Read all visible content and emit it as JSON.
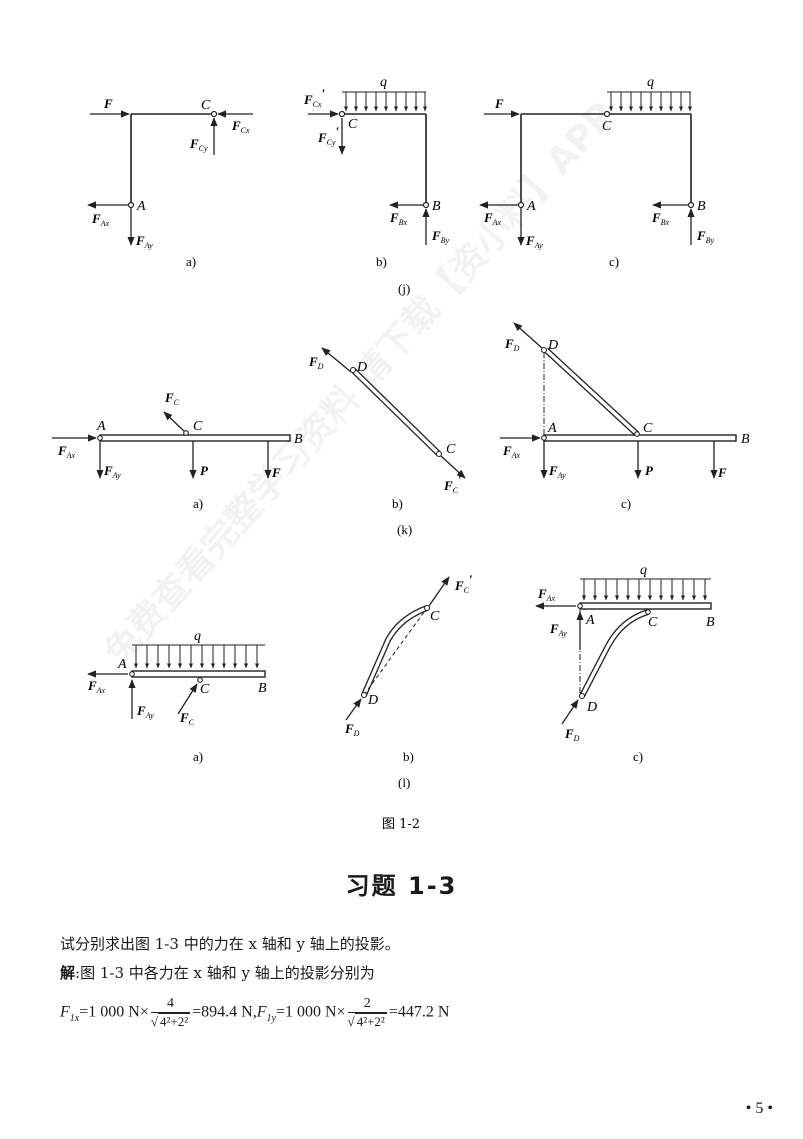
{
  "figure_j": {
    "sub_a": {
      "caption": "a)",
      "labels": {
        "F": "F",
        "C": "C",
        "FCx": "F",
        "FCx_sub": "Cx",
        "FCy": "F",
        "FCy_sub": "Cy",
        "A": "A",
        "FAx": "F",
        "FAx_sub": "Ax",
        "FAy": "F",
        "FAy_sub": "Ay"
      }
    },
    "sub_b": {
      "caption": "b)",
      "labels": {
        "q": "q",
        "FCx": "F",
        "FCx_sub": "Cx",
        "FCy": "F",
        "FCy_sub": "Cy",
        "prime": "′",
        "C": "C",
        "B": "B",
        "FBx": "F",
        "FBx_sub": "Bx",
        "FBy": "F",
        "FBy_sub": "By"
      }
    },
    "sub_c": {
      "caption": "c)",
      "labels": {
        "F": "F",
        "q": "q",
        "C": "C",
        "A": "A",
        "FAx": "F",
        "FAx_sub": "Ax",
        "FAy": "F",
        "FAy_sub": "Ay",
        "B": "B",
        "FBx": "F",
        "FBx_sub": "Bx",
        "FBy": "F",
        "FBy_sub": "By"
      }
    },
    "caption": "(j)"
  },
  "figure_k": {
    "sub_a": {
      "caption": "a)",
      "labels": {
        "FC": "F",
        "FC_sub": "C",
        "A": "A",
        "C": "C",
        "B": "B",
        "FAx": "F",
        "FAx_sub": "Ax",
        "FAy": "F",
        "FAy_sub": "Ay",
        "P": "P",
        "F": "F"
      }
    },
    "sub_b": {
      "caption": "b)",
      "labels": {
        "FD": "F",
        "FD_sub": "D",
        "D": "D",
        "C": "C",
        "FC": "F",
        "FC_sub": "C",
        "prime": "′"
      }
    },
    "sub_c": {
      "caption": "c)",
      "labels": {
        "FD": "F",
        "FD_sub": "D",
        "D": "D",
        "A": "A",
        "C": "C",
        "B": "B",
        "FAx": "F",
        "FAx_sub": "Ax",
        "FAy": "F",
        "FAy_sub": "Ay",
        "P": "P",
        "F": "F"
      }
    },
    "caption": "(k)"
  },
  "figure_l": {
    "sub_a": {
      "caption": "a)",
      "labels": {
        "q": "q",
        "A": "A",
        "C": "C",
        "B": "B",
        "FAx": "F",
        "FAx_sub": "Ax",
        "FAy": "F",
        "FAy_sub": "Ay",
        "FC": "F",
        "FC_sub": "C"
      }
    },
    "sub_b": {
      "caption": "b)",
      "labels": {
        "FC": "F",
        "FC_sub": "C",
        "prime": "′",
        "C": "C",
        "D": "D",
        "FD": "F",
        "FD_sub": "D"
      }
    },
    "sub_c": {
      "caption": "c)",
      "labels": {
        "q": "q",
        "FAx": "F",
        "FAx_sub": "Ax",
        "A": "A",
        "C": "C",
        "B": "B",
        "FAy": "F",
        "FAy_sub": "Ay",
        "D": "D",
        "FD": "F",
        "FD_sub": "D"
      }
    },
    "caption": "(l)"
  },
  "figure_caption": "图 1-2",
  "watermark": "免费查看完整学习资料 请下载【资小料】APP",
  "section_title": "习题 1-3",
  "question": "试分别求出图 1-3 中的力在 x 轴和 y 轴上的投影。",
  "solution_label": "解",
  "solution_text": ":图 1-3 中各力在 x 轴和 y 轴上的投影分别为",
  "formula": {
    "f1x_lhs": "F",
    "f1x_sub": "1x",
    "f1x_prefix": "=1 000 N×",
    "f1x_num": "4",
    "f1x_den": "4²+2²",
    "f1x_result": "=894.4 N,",
    "f1y_lhs": "F",
    "f1y_sub": "1y",
    "f1y_prefix": "=1 000 N×",
    "f1y_num": "2",
    "f1y_den": "4²+2²",
    "f1y_result": "=447.2 N"
  },
  "page_number": "• 5 •"
}
